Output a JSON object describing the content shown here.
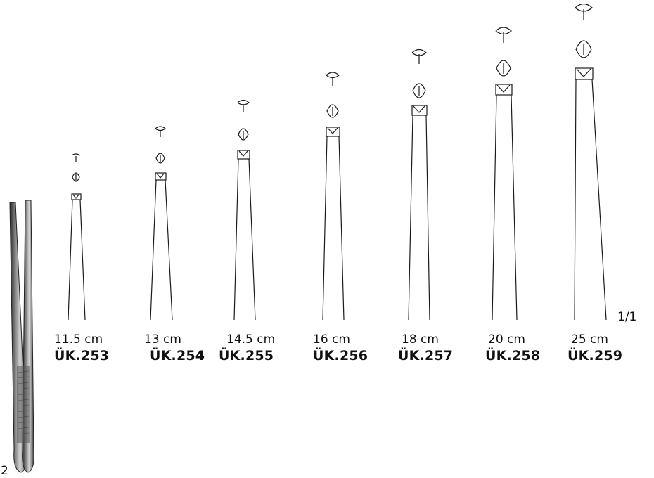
{
  "catalog": {
    "scale_label": "1/1",
    "page_number_fragment": "2",
    "items": [
      {
        "size": "11.5 cm",
        "code": "ÜK.253"
      },
      {
        "size": "13 cm",
        "code": "ÜK.254"
      },
      {
        "size": "14.5 cm",
        "code": "ÜK.255"
      },
      {
        "size": "16 cm",
        "code": "ÜK.256"
      },
      {
        "size": "18 cm",
        "code": "ÜK.257"
      },
      {
        "size": "20 cm",
        "code": "ÜK.258"
      },
      {
        "size": "25 cm",
        "code": "ÜK.259"
      }
    ]
  },
  "colors": {
    "ink": "#1a1a1a",
    "steel_dark": "#3a3a3a",
    "steel_light": "#9a9a9a"
  }
}
